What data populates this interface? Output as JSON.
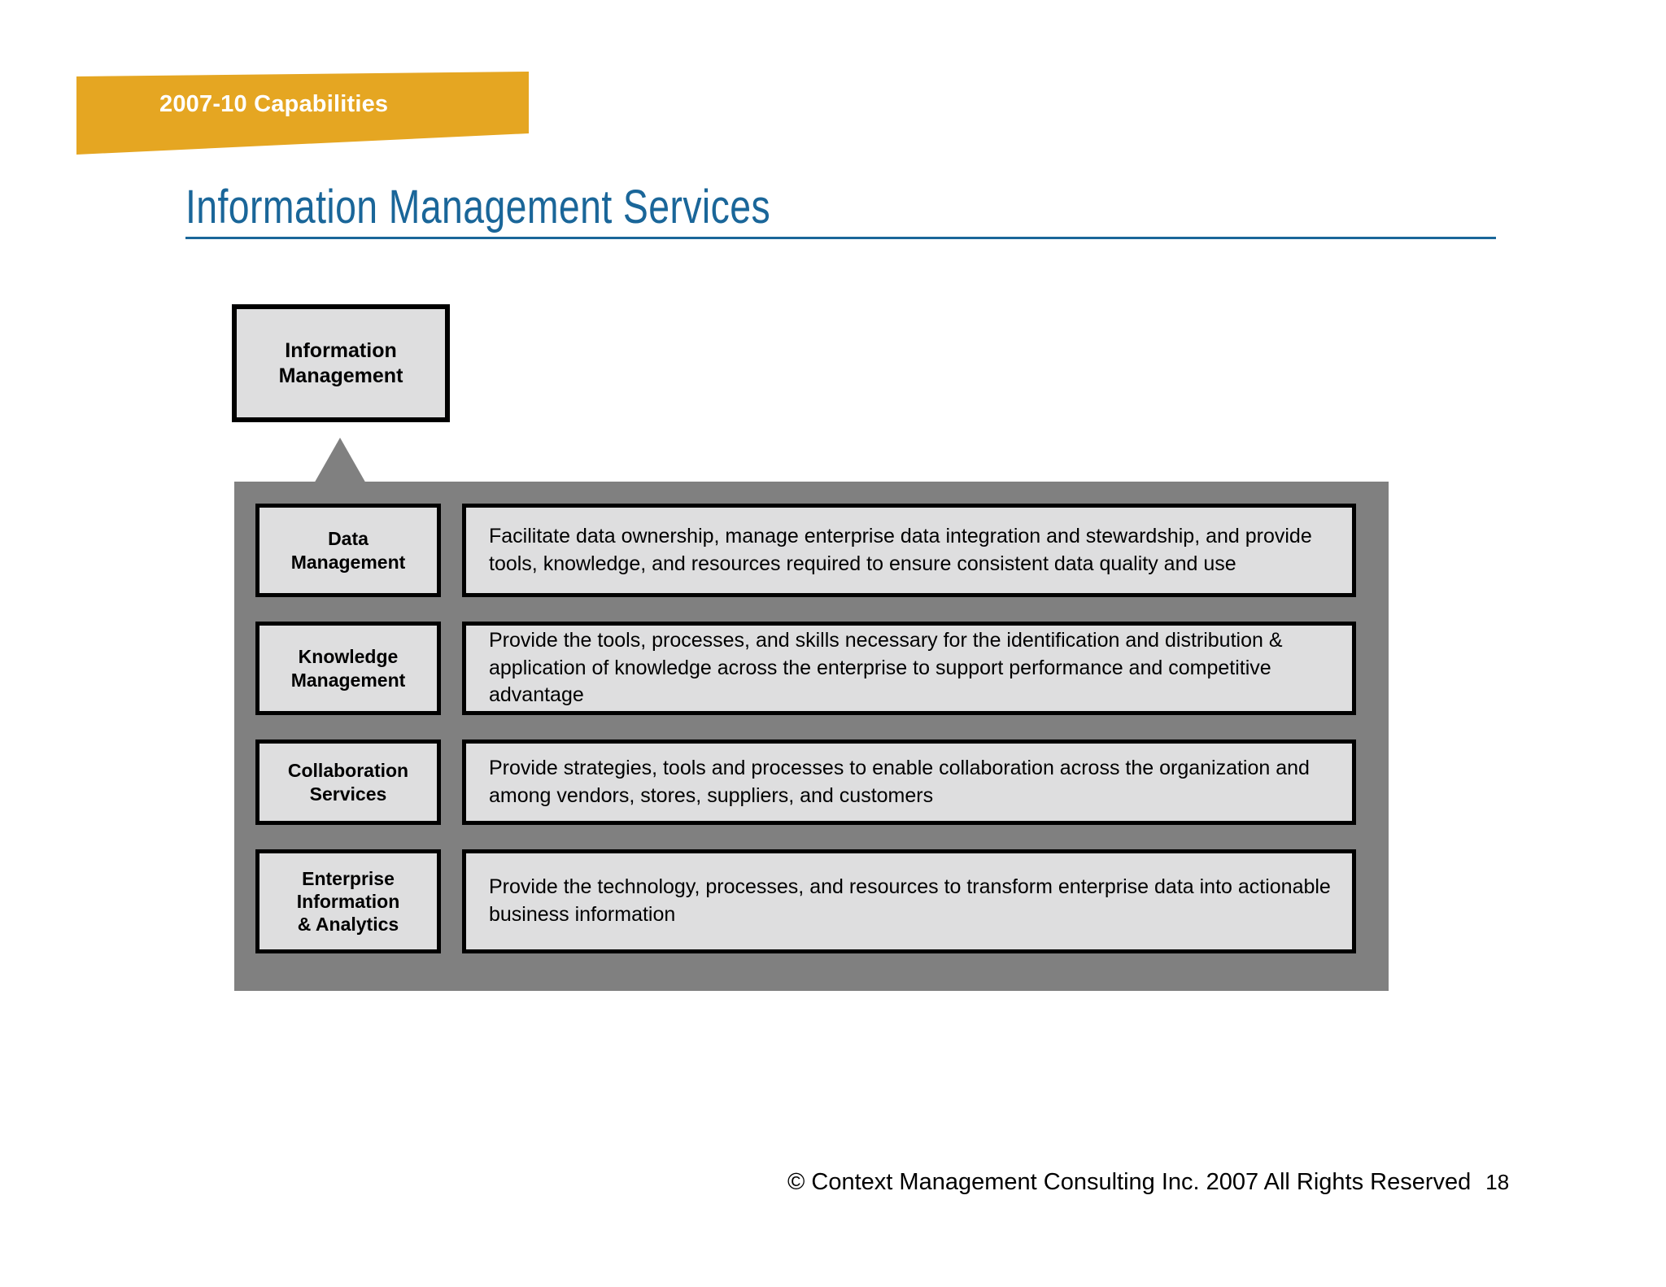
{
  "banner": {
    "label": "2007-10 Capabilities",
    "color": "#E5A622",
    "text_color": "#FFFFFF"
  },
  "title": {
    "text": "Information Management Services",
    "color": "#1A6699"
  },
  "diagram": {
    "top_node": {
      "label": "Information\nManagement",
      "line1": "Information",
      "line2": "Management",
      "fill": "#DEDEDF",
      "border": "#000000"
    },
    "connector": {
      "icon": "up-arrow-icon",
      "color": "#808080"
    },
    "panel": {
      "fill": "#808080"
    },
    "rows": [
      {
        "label": "Data\nManagement",
        "label_line1": "Data",
        "label_line2": "Management",
        "description": "Facilitate data ownership, manage enterprise data integration and stewardship, and provide tools, knowledge, and resources required to ensure consistent data quality and use"
      },
      {
        "label": "Knowledge\nManagement",
        "label_line1": "Knowledge",
        "label_line2": "Management",
        "description": "Provide the tools, processes, and skills necessary for the identification and distribution & application of knowledge across the enterprise to support performance and competitive advantage"
      },
      {
        "label": "Collaboration\nServices",
        "label_line1": "Collaboration",
        "label_line2": "Services",
        "description": "Provide strategies, tools and processes to enable collaboration across the organization and among vendors, stores, suppliers, and customers"
      },
      {
        "label": "Enterprise\nInformation\n& Analytics",
        "label_line1": "Enterprise",
        "label_line2": "Information",
        "label_line3": "& Analytics",
        "description": "Provide the technology, processes, and resources to transform enterprise data into actionable business information"
      }
    ]
  },
  "footer": {
    "copyright": "© Context Management Consulting Inc. 2007 All Rights Reserved",
    "page_number": "18"
  }
}
